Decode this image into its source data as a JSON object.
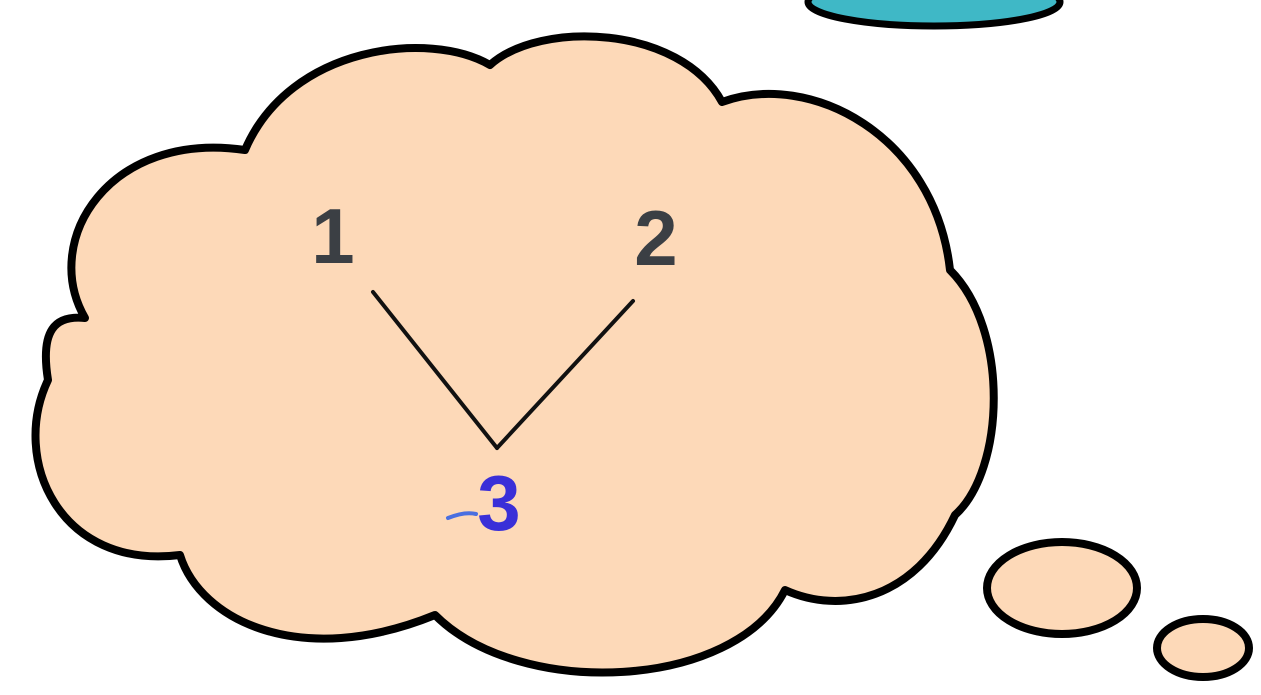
{
  "bond": {
    "top_left": "1",
    "top_right": "2",
    "whole": "3"
  },
  "colors": {
    "cloud_fill": "#fdd9b8",
    "cloud_stroke": "#000000",
    "part_digit": "#3b3f44",
    "whole_digit": "#3a2fd8",
    "teal_shape": "#3fb8c6",
    "connector_line": "#111111"
  }
}
